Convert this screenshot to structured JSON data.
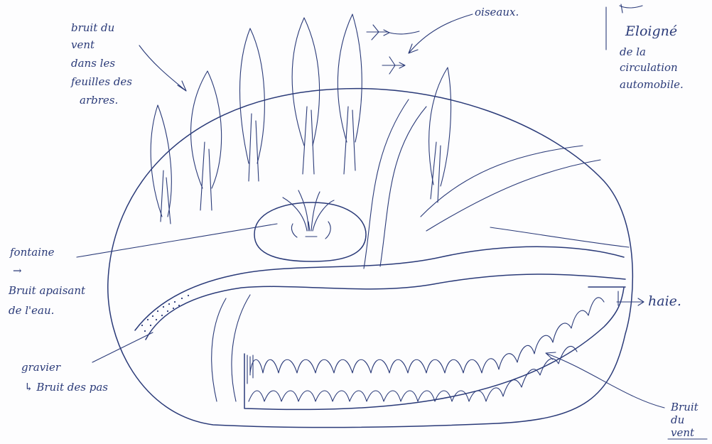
{
  "annotations": {
    "wind_trees": [
      "bruit du",
      "vent",
      "dans les",
      "feuilles des",
      "arbres."
    ],
    "birds": "oiseaux.",
    "far_from_traffic": [
      "Eloigné",
      "de la",
      "circulation",
      "automobile."
    ],
    "fountain": [
      "fontaine",
      "→",
      "Bruit apaisant",
      "de l'eau."
    ],
    "gravel": [
      "gravier",
      "↳ Bruit des pas"
    ],
    "hedge": "haie.",
    "wind_hedge": [
      "Bruit",
      "du",
      "vent"
    ]
  },
  "colors": {
    "ink": "#2a3a78",
    "paper": "#fdfdfe"
  }
}
